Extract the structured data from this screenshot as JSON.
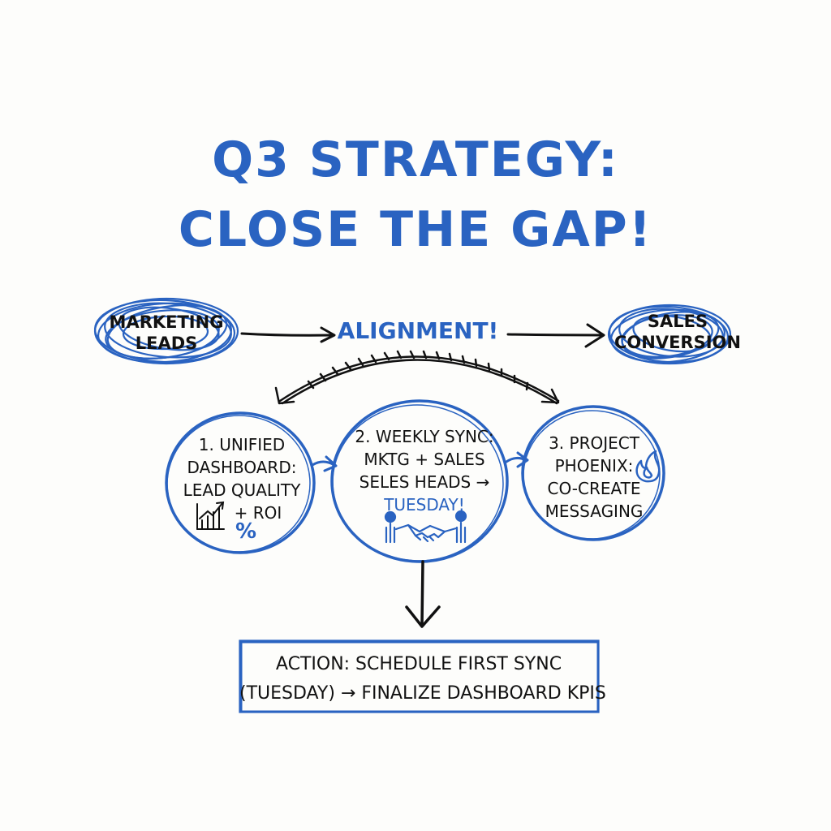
{
  "title": {
    "line1": "Q3 STRATEGY:",
    "line2": "CLOSE THE GAP!"
  },
  "left_blob": {
    "line1": "MARKETING",
    "line2": "LEADS"
  },
  "right_blob": {
    "line1": "SALES",
    "line2": "CONVERSION"
  },
  "connector_label": "ALIGNMENT!",
  "steps": [
    {
      "line1": "1. UNIFIED",
      "line2": "DASHBOARD:",
      "line3": "LEAD QUALITY",
      "line4": "+ ROI",
      "badge": "%",
      "icon": "growth-chart-icon"
    },
    {
      "line1": "2. WEEKLY SYNC:",
      "line2": "MKTG + SALES",
      "line3": "SELES HEADS →",
      "line4": "TUESDAY!",
      "icon": "handshake-icon"
    },
    {
      "line1": "3. PROJECT",
      "line2": "PHOENIX:",
      "line3": "CO-CREATE",
      "line4": "MESSAGING",
      "icon": "flame-icon"
    }
  ],
  "action": {
    "line1": "ACTION: SCHEDULE FIRST SYNC",
    "line2": "(TUESDAY) → FINALIZE DASHBOARD KPIS"
  },
  "colors": {
    "accent": "#2a63c1",
    "ink": "#111111",
    "background": "#fdfdfb"
  }
}
